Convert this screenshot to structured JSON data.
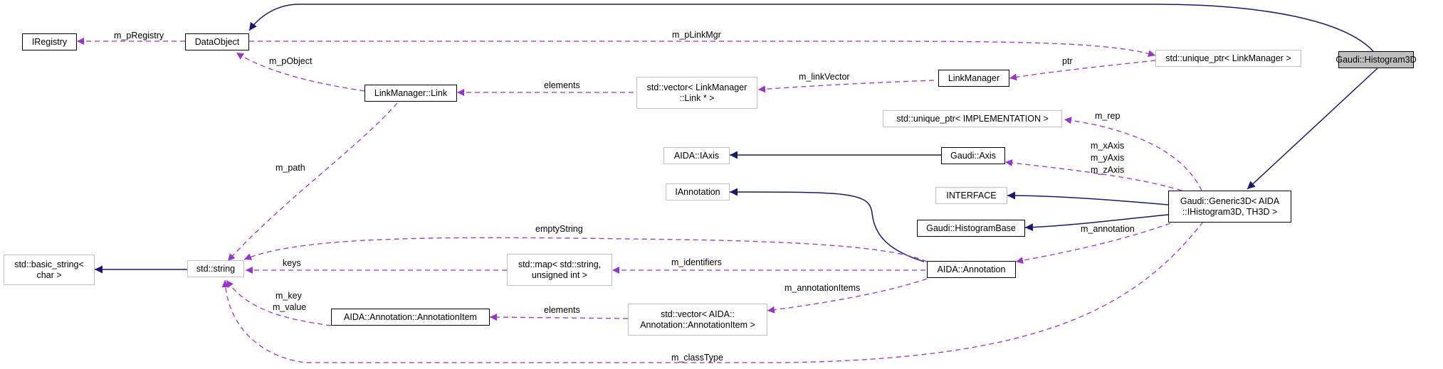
{
  "nodes": {
    "histogram3d": "Gaudi::Histogram3D",
    "dataobject": "DataObject",
    "iregistry": "IRegistry",
    "unique_linkmgr": "std::unique_ptr< LinkManager >",
    "linkmanager": "LinkManager",
    "linkmgr_link": "LinkManager::Link",
    "vector_link": "std::vector< LinkManager\n::Link * >",
    "unique_impl": "std::unique_ptr< IMPLEMENTATION >",
    "aida_iaxis": "AIDA::IAxis",
    "gaudi_axis": "Gaudi::Axis",
    "iannotation": "IAnnotation",
    "interface": "INTERFACE",
    "generic3d": "Gaudi::Generic3D< AIDA\n::IHistogram3D, TH3D >",
    "histogrambase": "Gaudi::HistogramBase",
    "std_string": "std::string",
    "basic_string": "std::basic_string<\nchar >",
    "map": "std::map< std::string,\nunsigned int >",
    "annotation": "AIDA::Annotation",
    "annotationitem": "AIDA::Annotation::AnnotationItem",
    "vector_annitem": "std::vector< AIDA::\nAnnotation::AnnotationItem >"
  },
  "edge_labels": {
    "m_pRegistry": "m_pRegistry",
    "m_pLinkMgr": "m_pLinkMgr",
    "m_pObject": "m_pObject",
    "elements_link": "elements",
    "m_linkVector": "m_linkVector",
    "ptr": "ptr",
    "m_rep": "m_rep",
    "m_xyzAxis": [
      "m_xAxis",
      "m_yAxis",
      "m_zAxis"
    ],
    "m_path": "m_path",
    "emptyString": "emptyString",
    "m_annotation": "m_annotation",
    "keys": "keys",
    "m_identifiers": "m_identifiers",
    "m_annotationItems": "m_annotationItems",
    "m_key_value": [
      "m_key",
      "m_value"
    ],
    "elements_annitem": "elements",
    "m_classType": "m_classType"
  },
  "colors": {
    "inheritance_edge": "#191970",
    "usage_edge": "#9a32cd",
    "focus_fill": "#bfbfbf",
    "light_border": "#bfbfbf"
  }
}
